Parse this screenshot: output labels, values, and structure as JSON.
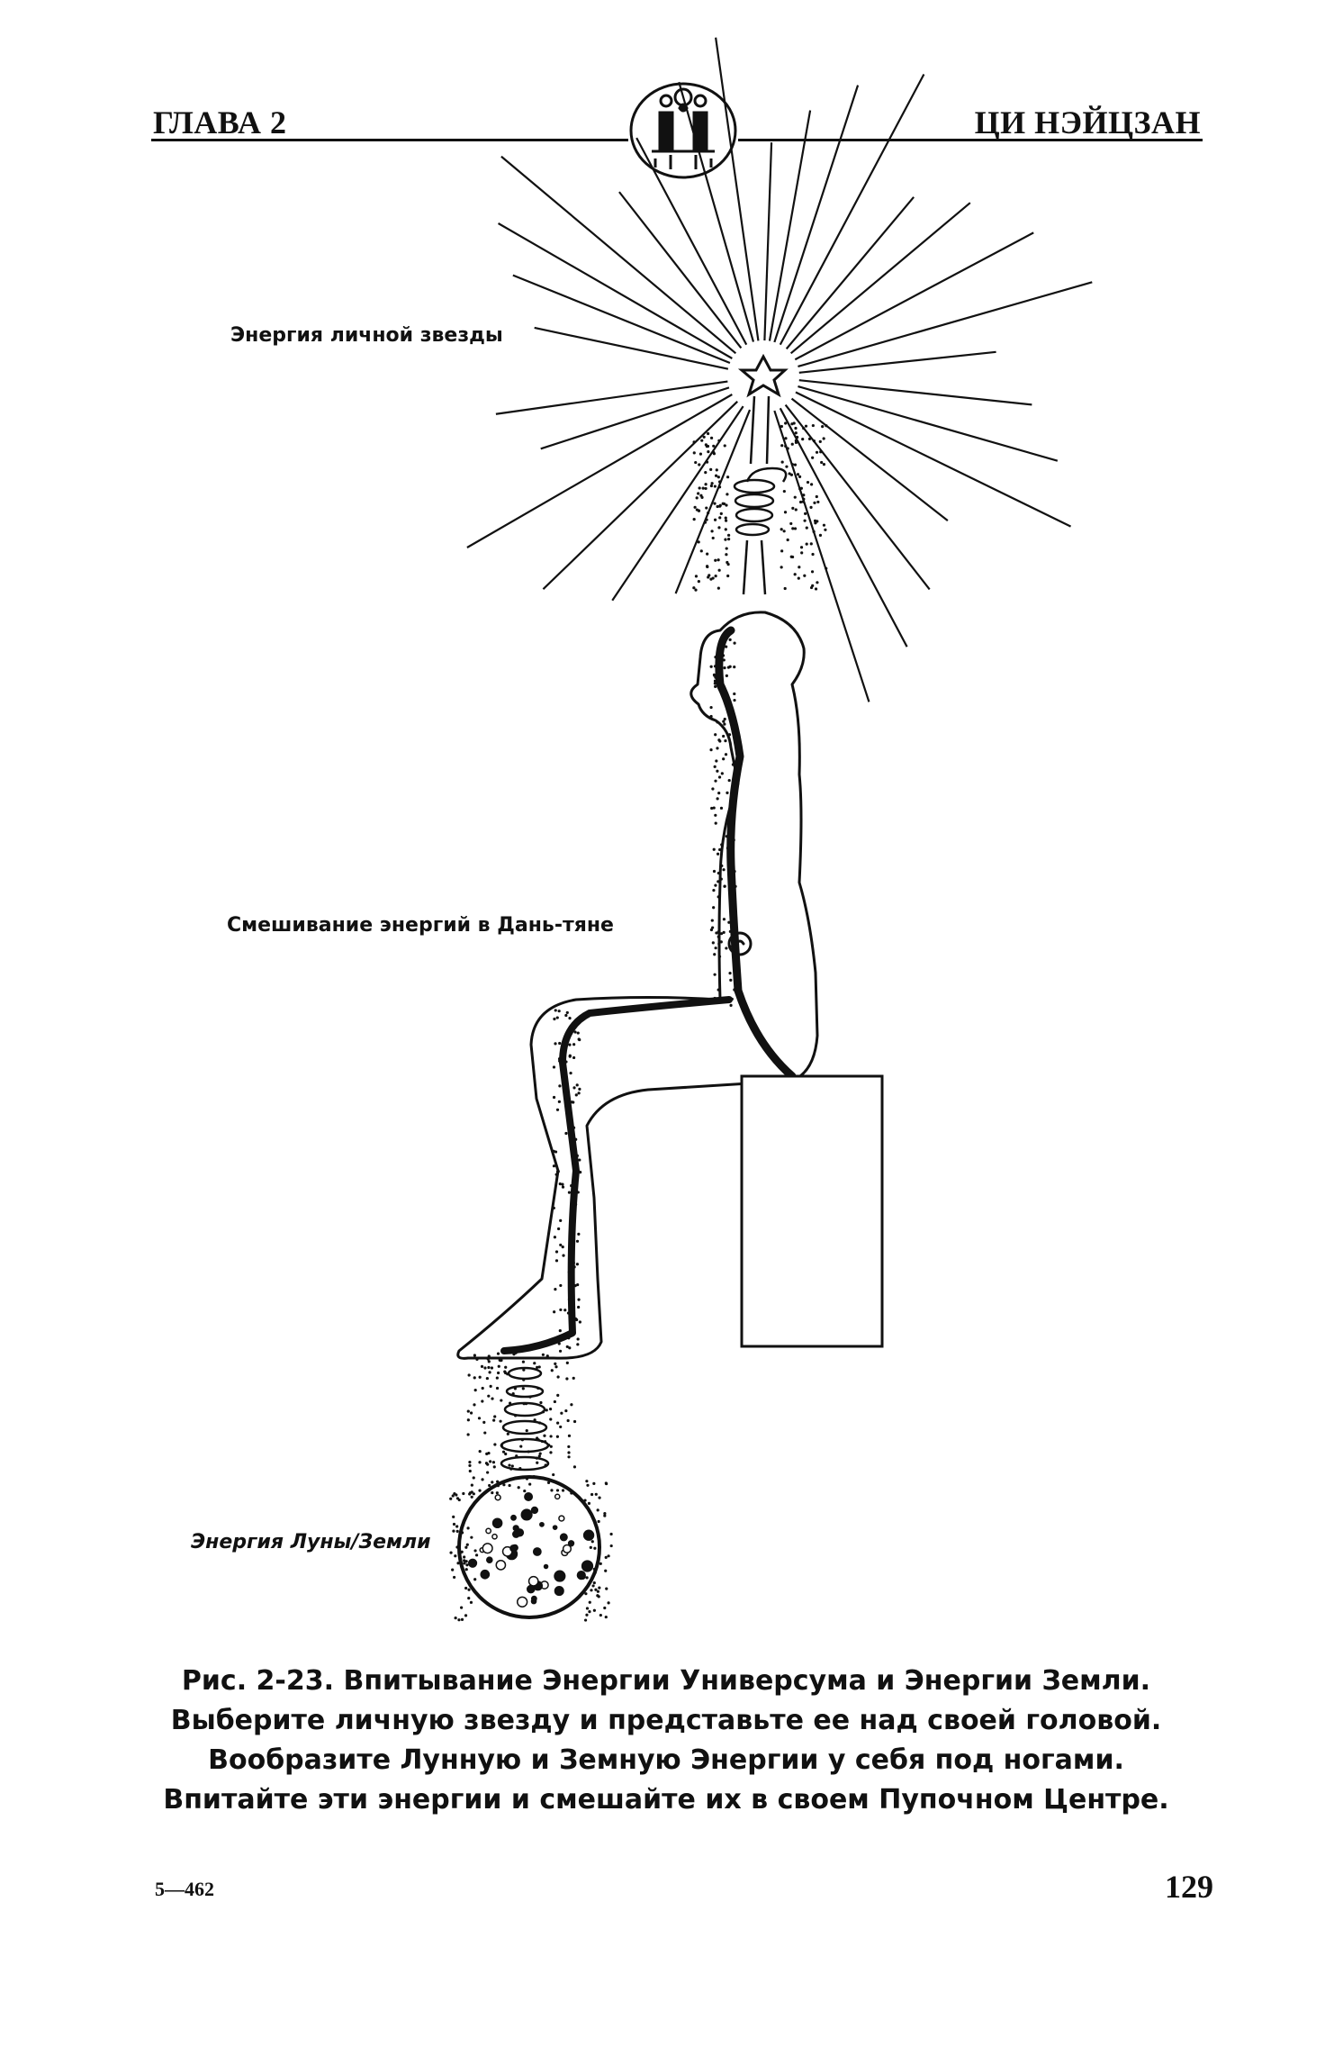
{
  "header": {
    "chapter": "ГЛАВА 2",
    "running_title": "ЦИ НЭЙЦЗАН"
  },
  "figure": {
    "labels": {
      "star_energy": "Энергия личной звезды",
      "energy_mixing": "Смешивание энергий в Дань-тяне",
      "moon_earth_energy": "Энергия Луны/Земли"
    },
    "icons": [
      "emblem-icon",
      "star-icon",
      "moon-earth-icon"
    ]
  },
  "caption": {
    "lines": [
      "Рис. 2-23. Впитывание Энергии Универсума и Энергии Земли.",
      "Выберите личную звезду и представьте ее над своей головой.",
      "Вообразите Лунную и Земную Энергии у себя под ногами.",
      "Впитайте эти энергии и смешайте их в своем Пупочном Центре."
    ]
  },
  "footer": {
    "signature_code": "5—462",
    "page_number": "129"
  },
  "colors": {
    "ink": "#111111",
    "paper": "#ffffff"
  }
}
